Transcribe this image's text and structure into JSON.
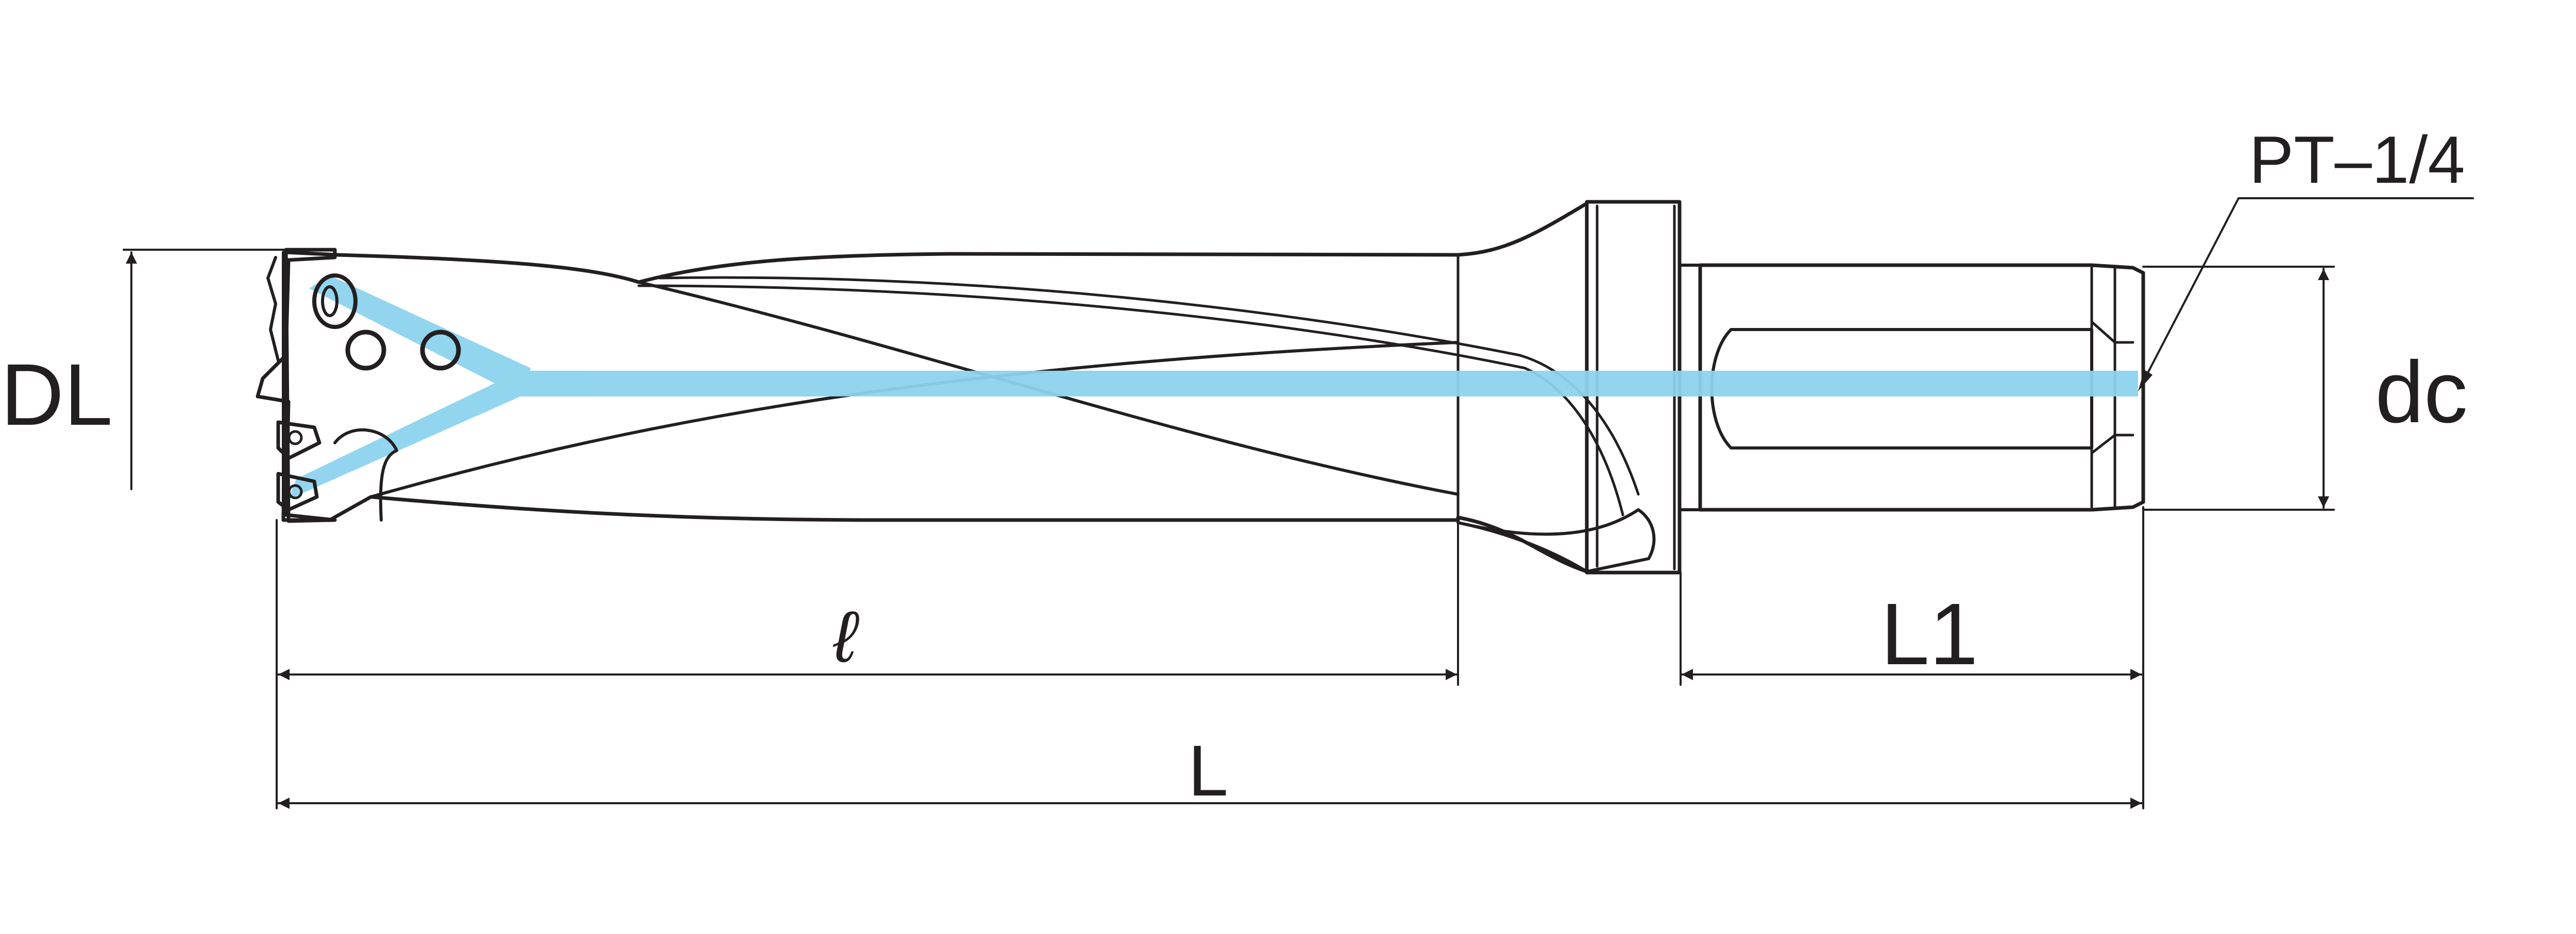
{
  "labels": {
    "dl": "DL",
    "ell": "ℓ",
    "L": "L",
    "L1": "L1",
    "dc": "dc",
    "thread": "PT–1/4"
  },
  "colors": {
    "body": "#d0d8de",
    "outline": "#231f20",
    "coolant": "#8dd3ee",
    "insert": "#f5c21b",
    "background": "#ffffff"
  }
}
